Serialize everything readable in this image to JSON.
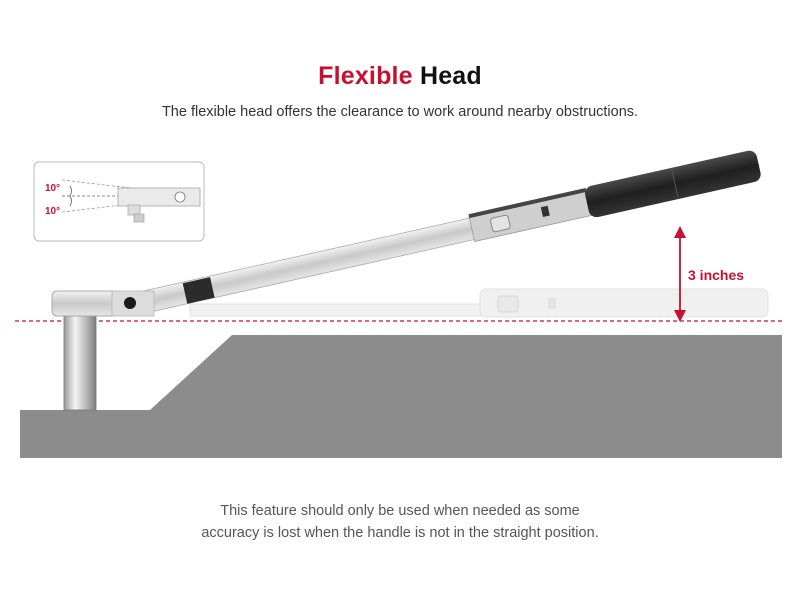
{
  "header": {
    "title_accent": "Flexible",
    "title_rest": " Head",
    "subtitle": "The flexible head offers the clearance to work around nearby obstructions."
  },
  "inset": {
    "angle_up": "10°",
    "angle_down": "10°"
  },
  "measurement": {
    "clearance_label": "3 inches"
  },
  "footer": {
    "note_line1": "This feature should only be used when needed as some",
    "note_line2": "accuracy is lost when the handle is not in the straight position."
  },
  "colors": {
    "accent": "#c8102e",
    "ground": "#8c8c8c",
    "handle_grip": "#2a2a2a",
    "steel": "#d2d2d2"
  }
}
